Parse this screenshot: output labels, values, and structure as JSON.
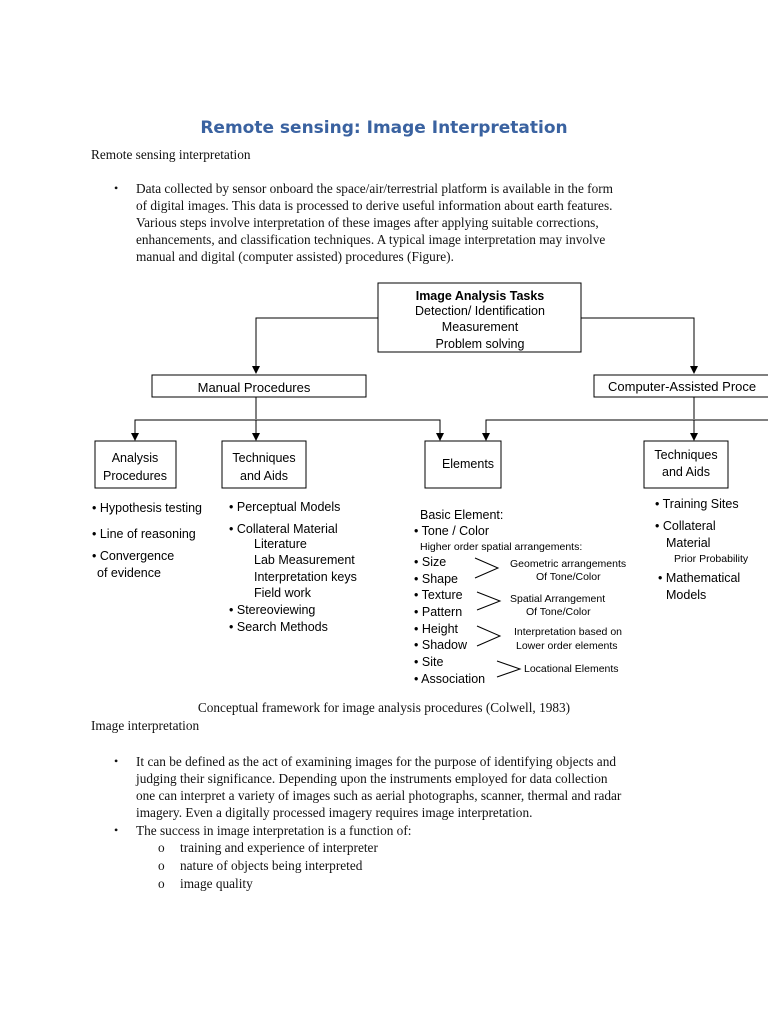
{
  "title": "Remote sensing: Image Interpretation",
  "intro_heading": "Remote sensing interpretation",
  "intro_bullet": [
    "Data collected by sensor onboard the space/air/terrestrial platform is available in the form",
    "of digital images. This data is processed to derive useful information about earth features.",
    "Various steps involve interpretation of these images after applying suitable corrections,",
    "enhancements, and classification techniques. A typical image interpretation may involve",
    "manual and digital (computer assisted) procedures (Figure)."
  ],
  "diagram": {
    "root": {
      "title": "Image Analysis Tasks",
      "lines": [
        "Detection/ Identification",
        "Measurement",
        "Problem solving"
      ]
    },
    "manual": "Manual Procedures",
    "computer": "Computer-Assisted Proce",
    "analysis": [
      "Analysis",
      "Procedures"
    ],
    "techniques": [
      "Techniques",
      "and Aids"
    ],
    "elements": "Elements",
    "techniques2": [
      "Techniques",
      "and Aids"
    ],
    "analysis_list": [
      "Hypothesis testing",
      "Line of reasoning",
      "Convergence",
      "of evidence"
    ],
    "tech_list": [
      "Perceptual Models",
      "Collateral Material",
      "Literature",
      "Lab Measurement",
      "Interpretation keys",
      "Field work",
      "Stereoviewing",
      "Search Methods"
    ],
    "elements_header": "Basic Element:",
    "tone": "Tone / Color",
    "higher": "Higher order spatial arrangements:",
    "elements_list": [
      "Size",
      "Shape",
      "Texture",
      "Pattern",
      "Height",
      "Shadow",
      "Site",
      "Association"
    ],
    "brace_labels": [
      "Geometric arrangements",
      "Of Tone/Color",
      "Spatial Arrangement",
      "Of Tone/Color",
      "Interpretation based on",
      "Lower order elements",
      "Locational Elements"
    ],
    "comp_list": [
      "Training Sites",
      "Collateral",
      "Material",
      "Prior Probability",
      "Mathematical",
      "Models"
    ]
  },
  "caption": "Conceptual framework for image analysis procedures (Colwell, 1983)",
  "section_heading": "Image interpretation",
  "bullet2": [
    "It can be defined as the act of examining images for the purpose of identifying objects and",
    "judging their significance. Depending upon the instruments employed for data collection",
    "one can interpret a variety of images such as aerial photographs, scanner, thermal and radar",
    "imagery. Even a digitally processed imagery requires image interpretation."
  ],
  "bullet3": "The success in image interpretation is a function of:",
  "sub_bullets": [
    "training and experience of interpreter",
    "nature of objects being interpreted",
    "image quality"
  ]
}
